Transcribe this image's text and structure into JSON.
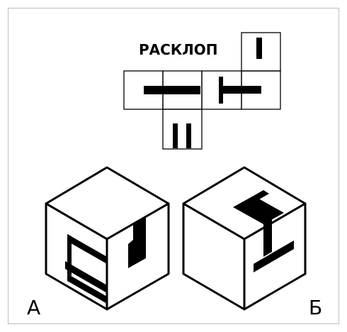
{
  "title": "РАСКЛОП",
  "cube_labels": [
    "А",
    "Б"
  ],
  "colors": {
    "ink": "#000000",
    "paper": "#ffffff",
    "frame": "#bdbdbd"
  }
}
